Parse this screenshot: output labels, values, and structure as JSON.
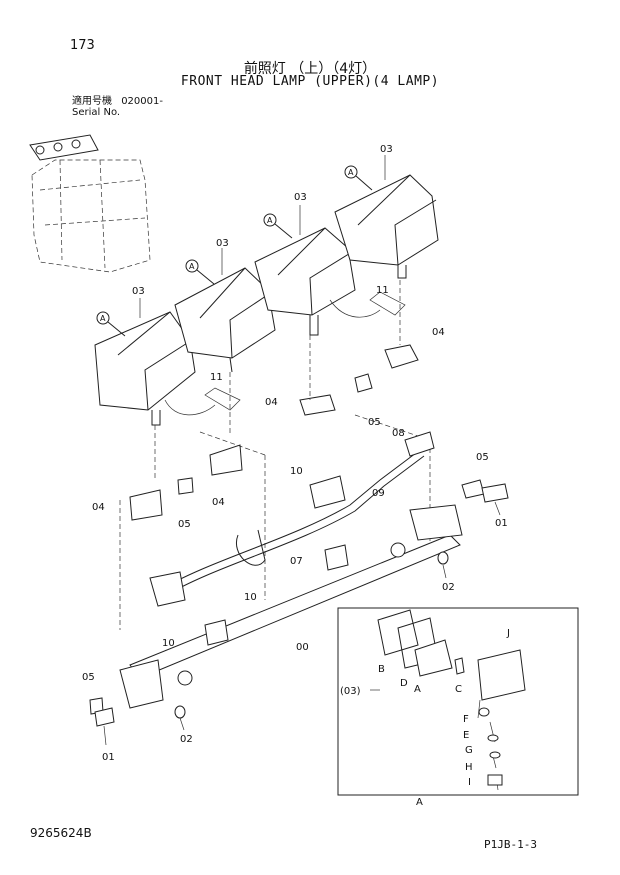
{
  "page_number": "173",
  "title_jp": "前照灯 （上）（4灯）",
  "title_en": "FRONT HEAD LAMP (UPPER)(4 LAMP)",
  "serial_label_jp": "適用号機",
  "serial_value": "020001-",
  "serial_label_en": "Serial No.",
  "doc_number": "9265624B",
  "page_ref": "P1JB-1-3",
  "callouts": {
    "lamp_1": "03",
    "lamp_2": "03",
    "lamp_3": "03",
    "lamp_4": "03",
    "marker_a": "A",
    "bracket_top_right": "04",
    "bracket_mid": "04",
    "bracket_left_a": "04",
    "bracket_left_b": "04",
    "bolt_mid": "05",
    "bolt_left": "05",
    "bolt_right": "05",
    "bolt_lower_left": "05",
    "harness_top": "11",
    "harness_mid": "11",
    "clip_08": "08",
    "clip_09": "09",
    "clamp_10a": "10",
    "clamp_10b": "10",
    "clamp_10c": "10",
    "harness_07": "07",
    "bar_00": "00",
    "bolt_01_right": "01",
    "bolt_01_left": "01",
    "washer_02_right": "02",
    "washer_02_left": "02"
  },
  "detail": {
    "ref_label": "(03)",
    "letters": [
      "B",
      "D",
      "A",
      "C",
      "J",
      "F",
      "E",
      "G",
      "H",
      "I"
    ],
    "bottom_label": "A"
  }
}
